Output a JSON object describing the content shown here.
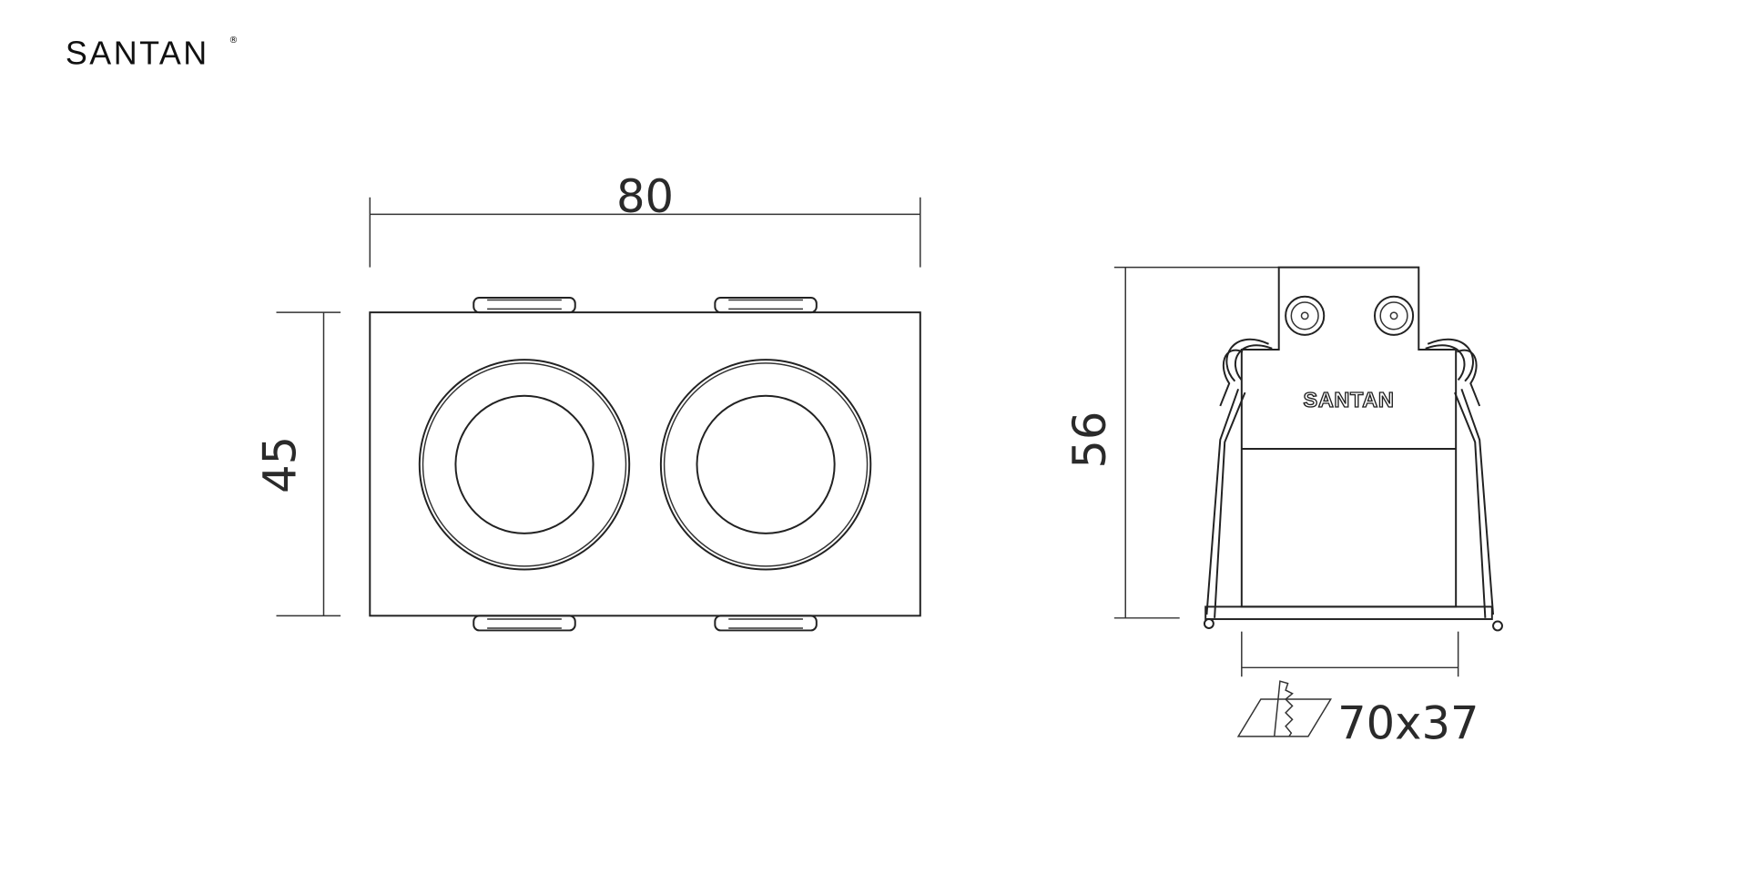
{
  "brand": {
    "logo_text": "SANTAN",
    "registered_mark": "®"
  },
  "front_view": {
    "width_dimension": "80",
    "height_dimension": "45"
  },
  "side_view": {
    "height_dimension": "56",
    "body_logo": "SANTAN",
    "cutout_dimension": "70x37"
  },
  "colors": {
    "line": "#222222",
    "background": "#ffffff"
  }
}
